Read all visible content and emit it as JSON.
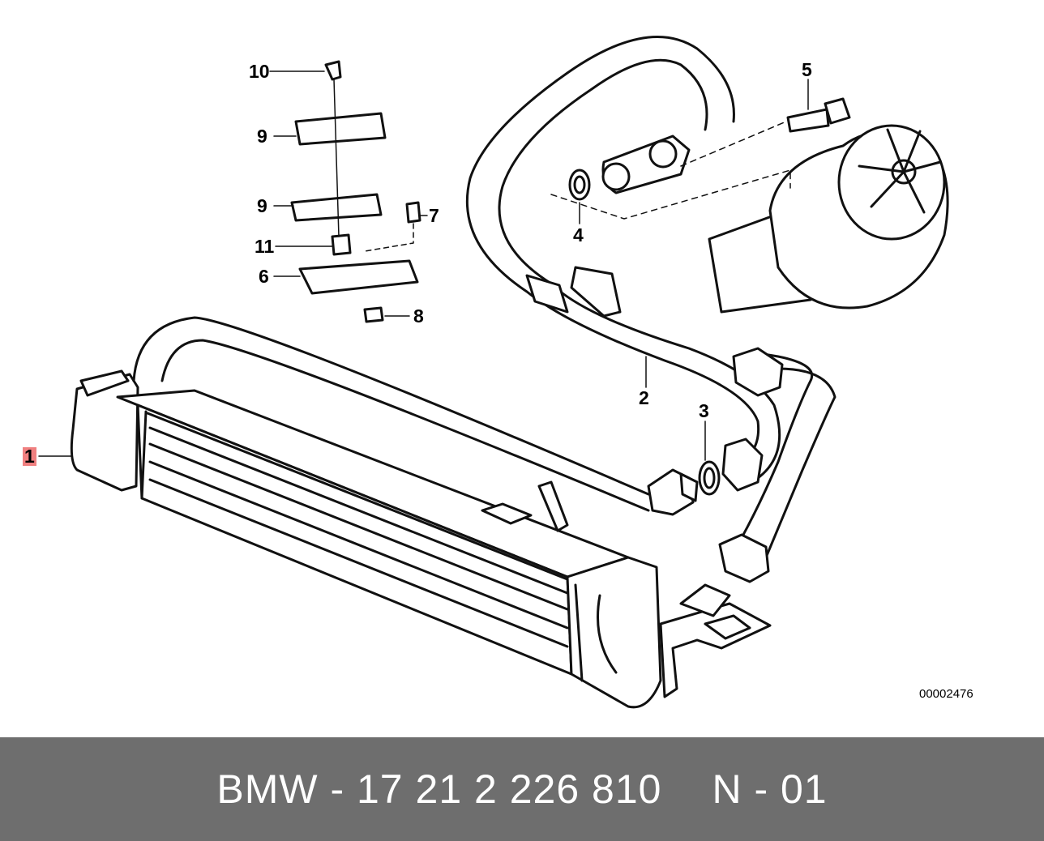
{
  "diagram": {
    "callouts": {
      "c1": "1",
      "c2": "2",
      "c3": "3",
      "c4": "4",
      "c5": "5",
      "c6": "6",
      "c7": "7",
      "c8": "8",
      "c9a": "9",
      "c9b": "9",
      "c10": "10",
      "c11": "11"
    },
    "highlight_color": "#f08080",
    "drawing_number": "00002476"
  },
  "footer": {
    "part_number": "BMW - 17 21 2 226 810",
    "position": "N - 01",
    "background": "#6e6e6e"
  }
}
